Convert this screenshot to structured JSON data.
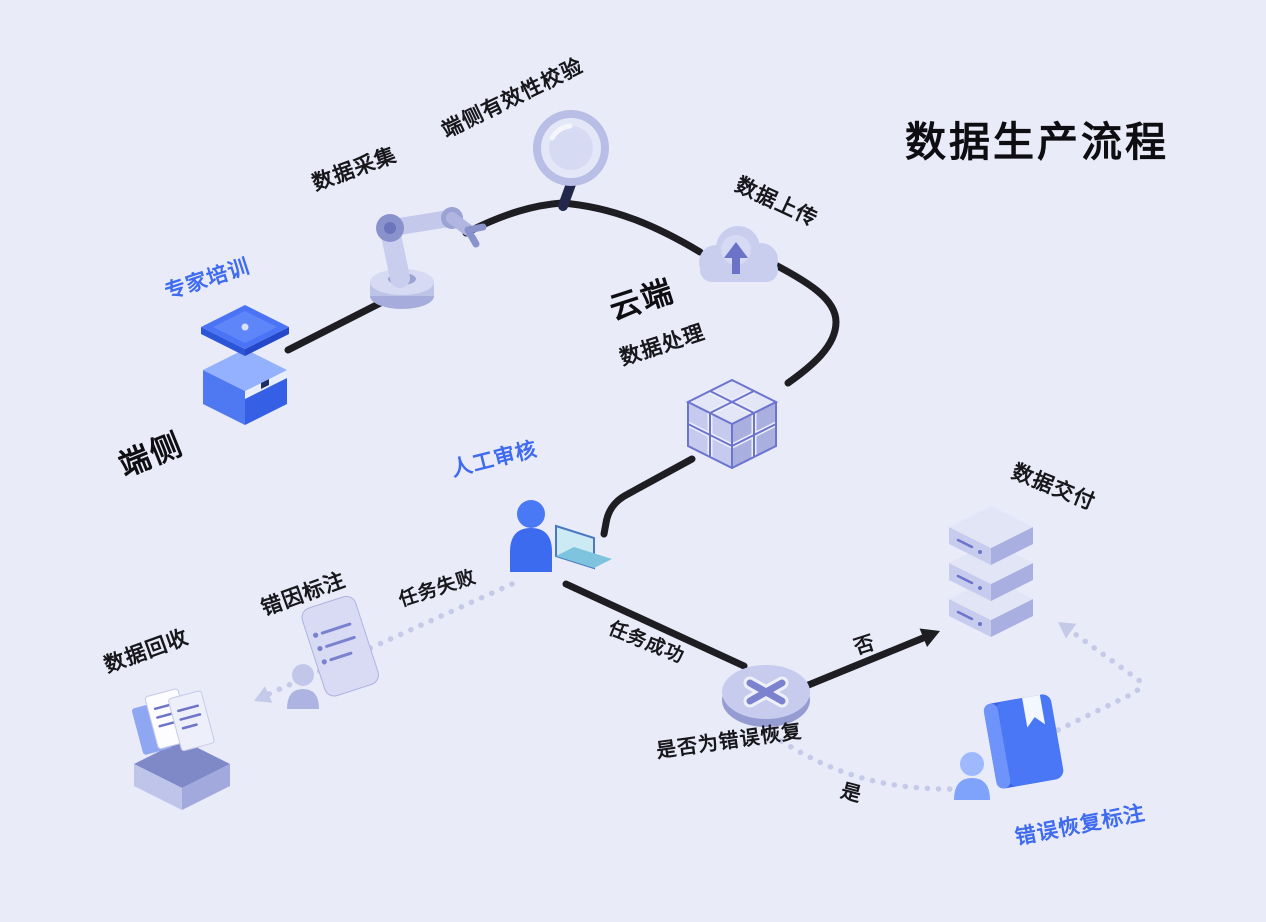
{
  "title": "数据生产流程",
  "regions": {
    "device": "端侧",
    "cloud": "云端"
  },
  "nodes": {
    "expert_training": "专家培训",
    "data_collection": "数据采集",
    "device_validation": "端侧有效性校验",
    "data_upload": "数据上传",
    "data_processing": "数据处理",
    "manual_review": "人工审核",
    "error_cause_annotation": "错因标注",
    "data_recycling": "数据回收",
    "decision_question": "是否为错误恢复",
    "data_delivery": "数据交付",
    "error_recovery_annotation": "错误恢复标注"
  },
  "edges": {
    "task_failed": "任务失败",
    "task_success": "任务成功",
    "no": "否",
    "yes": "是"
  },
  "icons": {
    "expert_training": "graduation-cap-icon",
    "data_collection": "robot-arm-icon",
    "device_validation": "magnifier-icon",
    "data_upload": "cloud-upload-icon",
    "data_processing": "cube-blocks-icon",
    "manual_review": "person-laptop-icon",
    "error_cause_annotation": "document-person-icon",
    "data_recycling": "archive-box-icon",
    "decision": "x-coin-icon",
    "data_delivery": "server-stack-icon",
    "error_recovery_annotation": "book-person-icon"
  },
  "colors": {
    "background": "#E9EBF8",
    "flow_line": "#1D1D22",
    "dotted_line": "#C6CAE9",
    "accent_blue": "#3E6BF0",
    "text": "#17171C"
  }
}
